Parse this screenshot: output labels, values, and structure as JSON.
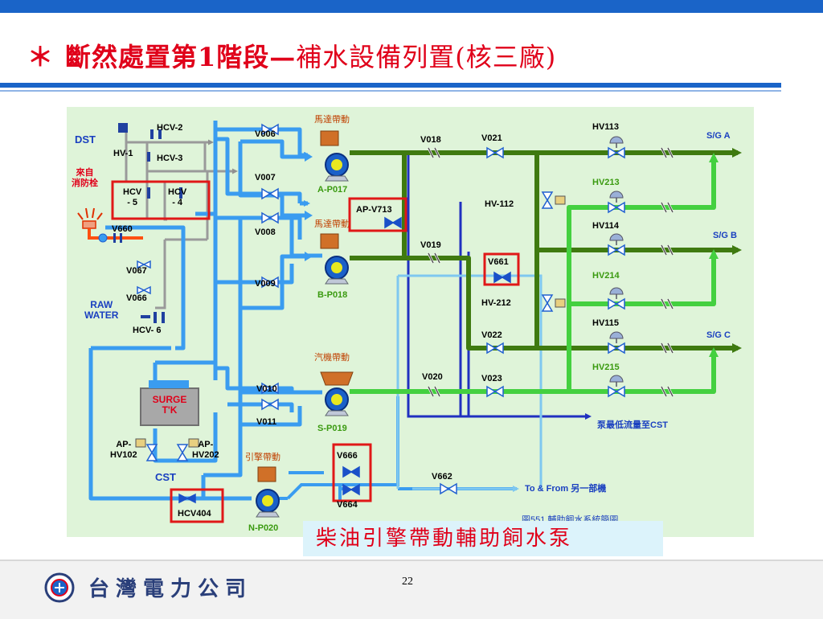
{
  "slide": {
    "title_bullet": "＊",
    "title_bold": "斷然處置第1階段—",
    "title_normal": "補水設備列置(核三廠)",
    "caption": "柴油引擎帶動輔助飼水泵",
    "company": "台灣電力公司",
    "page_number": "22"
  },
  "colors": {
    "accent_blue": "#1a64c8",
    "title_red": "#e0001a",
    "pipe_blue": "#3a9cf0",
    "pipe_green_dark": "#3f7a10",
    "pipe_green_light": "#44d040",
    "diagram_bg": "#dff4d9",
    "highlight_box": "#e0001a"
  },
  "diagram": {
    "left_labels": {
      "dst": "DST",
      "fire_hydrant": "來自\n消防栓",
      "raw_water": "RAW\nWATER",
      "surge_tank": "SURGE\nT'K",
      "cst": "CST"
    },
    "valves": {
      "hcv2": "HCV-2",
      "hv1": "HV-1",
      "hcv3": "HCV-3",
      "hcv5": "HCV\n- 5",
      "hcv4": "HCV\n- 4",
      "v660": "V660",
      "v067": "V067",
      "v066": "V066",
      "hcv6": "HCV- 6",
      "ap_hv102": "AP-\nHV102",
      "ap_hv202": "AP-\nHV202",
      "hcv404": "HCV404",
      "v006": "V006",
      "v007": "V007",
      "v008": "V008",
      "v009": "V009",
      "v010": "V010",
      "v011": "V011",
      "ap_v713": "AP-V713",
      "v018": "V018",
      "v021": "V021",
      "hv112": "HV-112",
      "v019": "V019",
      "v661": "V661",
      "hv212": "HV-212",
      "v022": "V022",
      "v020": "V020",
      "v023": "V023",
      "v666": "V666",
      "v664": "V664",
      "v662": "V662",
      "hv113": "HV113",
      "hv213": "HV213",
      "hv114": "HV114",
      "hv214": "HV214",
      "hv115": "HV115",
      "hv215": "HV215"
    },
    "pumps": {
      "a_p017": "A-P017",
      "b_p018": "B-P018",
      "s_p019": "S-P019",
      "n_p020": "N-P020",
      "motor_driven_a": "馬達帶動",
      "motor_driven_b": "馬達帶動",
      "turbine_driven": "汽機帶動",
      "engine_driven": "引擎帶動"
    },
    "outputs": {
      "sg_a": "S/G A",
      "sg_b": "S/G B",
      "sg_c": "S/G C",
      "min_flow": "泵最低流量至CST",
      "to_from": "To & From 另一部機",
      "fig_caption": "圖551 輔助飼水系統簡圖"
    }
  }
}
